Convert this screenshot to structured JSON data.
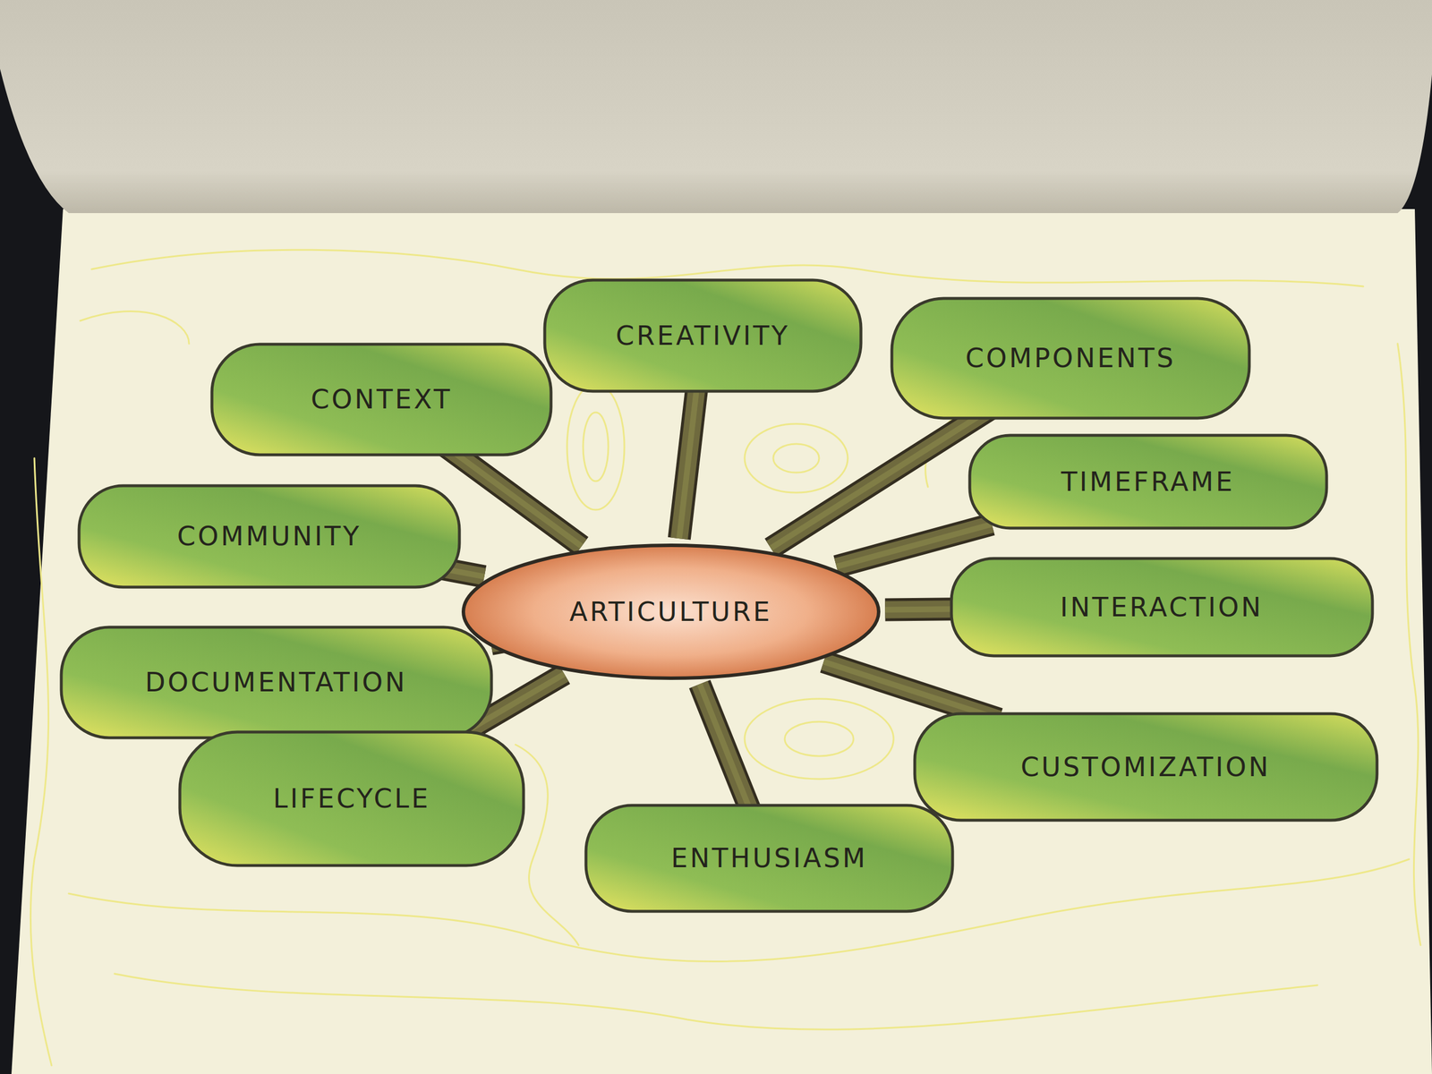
{
  "diagram": {
    "nodes": [
      {
        "text": [
          "ARTICULTURE"
        ]
      },
      {
        "text": [
          "CREATIVITY"
        ]
      },
      {
        "text": [
          "CONTEXT"
        ]
      },
      {
        "text": [
          "COMPONENTS"
        ]
      },
      {
        "text": [
          "COMMUNITY"
        ]
      },
      {
        "text": [
          "TIMEFRAME"
        ]
      },
      {
        "text": [
          "INTERACTION"
        ]
      },
      {
        "text": [
          "DOCUMENTATION"
        ]
      },
      {
        "text": [
          "CUSTOMIZATION"
        ]
      },
      {
        "text": [
          "LIFECYCLE"
        ]
      },
      {
        "text": [
          "ENTHUSIASM"
        ]
      }
    ],
    "edges": [
      {
        "from": 0,
        "to": 1,
        "arrow": "none"
      },
      {
        "from": 0,
        "to": 2,
        "arrow": "none"
      },
      {
        "from": 0,
        "to": 3,
        "arrow": "none"
      },
      {
        "from": 0,
        "to": 4,
        "arrow": "none"
      },
      {
        "from": 0,
        "to": 5,
        "arrow": "none"
      },
      {
        "from": 0,
        "to": 6,
        "arrow": "none"
      },
      {
        "from": 0,
        "to": 7,
        "arrow": "none"
      },
      {
        "from": 0,
        "to": 8,
        "arrow": "none"
      },
      {
        "from": 0,
        "to": 9,
        "arrow": "none"
      },
      {
        "from": 0,
        "to": 10,
        "arrow": "none"
      }
    ]
  }
}
